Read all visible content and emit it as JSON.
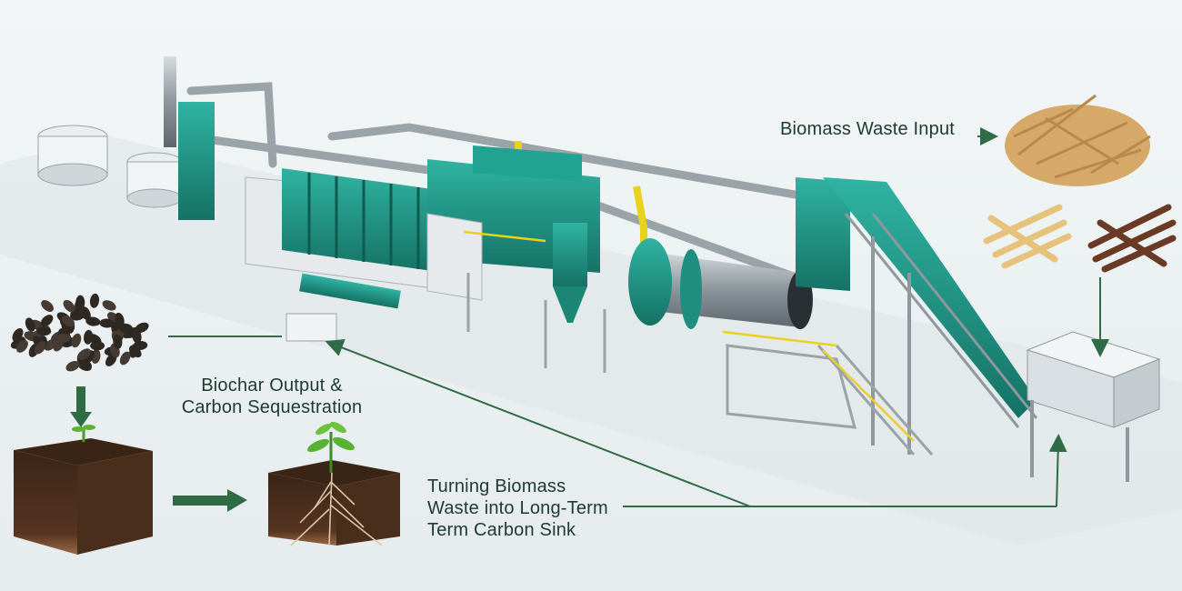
{
  "labels": {
    "biomass_input": "Biomass Waste Input",
    "biochar_output_line1": "Biochar Output &",
    "biochar_output_line2": "Carbon Sequestration",
    "carbon_sink_line1": "Turning Biomass",
    "carbon_sink_line2": "Waste into Long-Term",
    "carbon_sink_line3": "Term Carbon Sink"
  },
  "colors": {
    "machine_teal": "#1f9a8a",
    "machine_teal_dark": "#147164",
    "arrow_green": "#2f6b45",
    "pipe_gray": "#9aa3a8",
    "accent_yellow": "#e9d21c",
    "soil_brown": "#4a2e1c",
    "biochar": "#2e2823",
    "wood_light": "#d7a968",
    "wood_dark": "#6b3a25"
  }
}
